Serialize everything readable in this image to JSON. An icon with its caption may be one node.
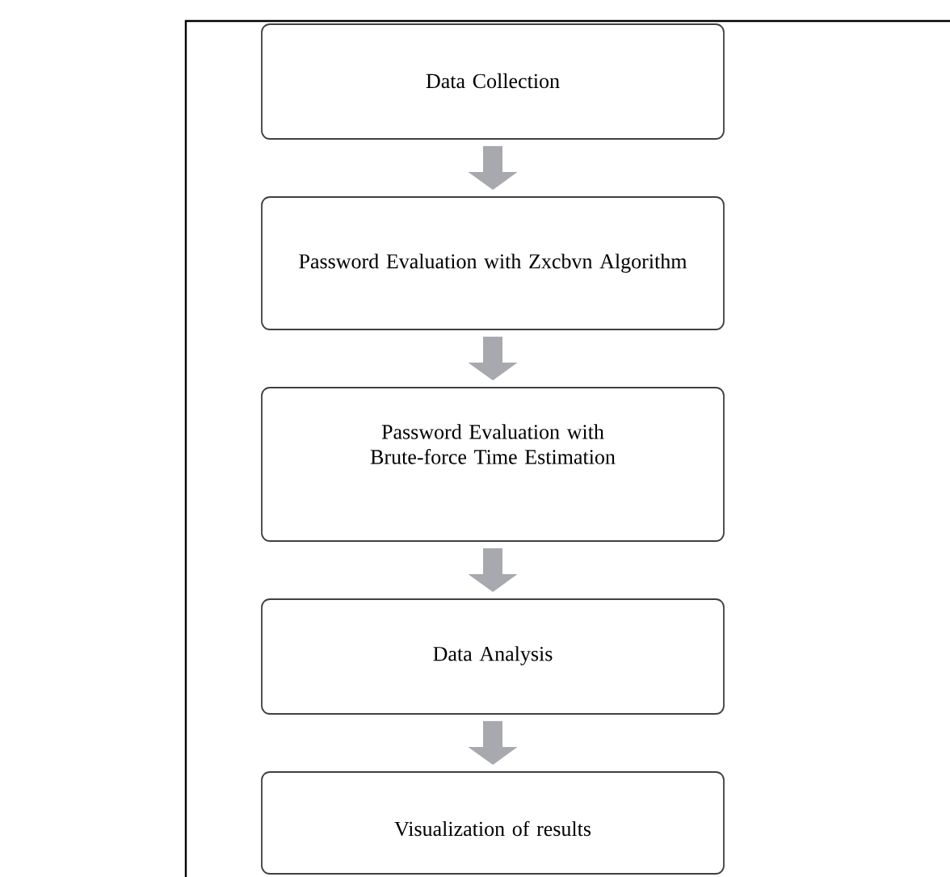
{
  "diagram": {
    "nodes": [
      {
        "text": [
          "Data Collection"
        ]
      },
      {
        "text": [
          "Password Evaluation with Zxcbvn Algorithm"
        ]
      },
      {
        "text": [
          "Password Evaluation with Brute-force Time Estimation"
        ]
      },
      {
        "text": [
          "Data Analysis"
        ]
      },
      {
        "text": [
          "Visualization of results"
        ]
      }
    ],
    "edges": [
      {
        "from": 0,
        "to": 1,
        "arrow": "to"
      },
      {
        "from": 1,
        "to": 2,
        "arrow": "to"
      },
      {
        "from": 2,
        "to": 3,
        "arrow": "to"
      },
      {
        "from": 3,
        "to": 4,
        "arrow": "to"
      }
    ]
  }
}
